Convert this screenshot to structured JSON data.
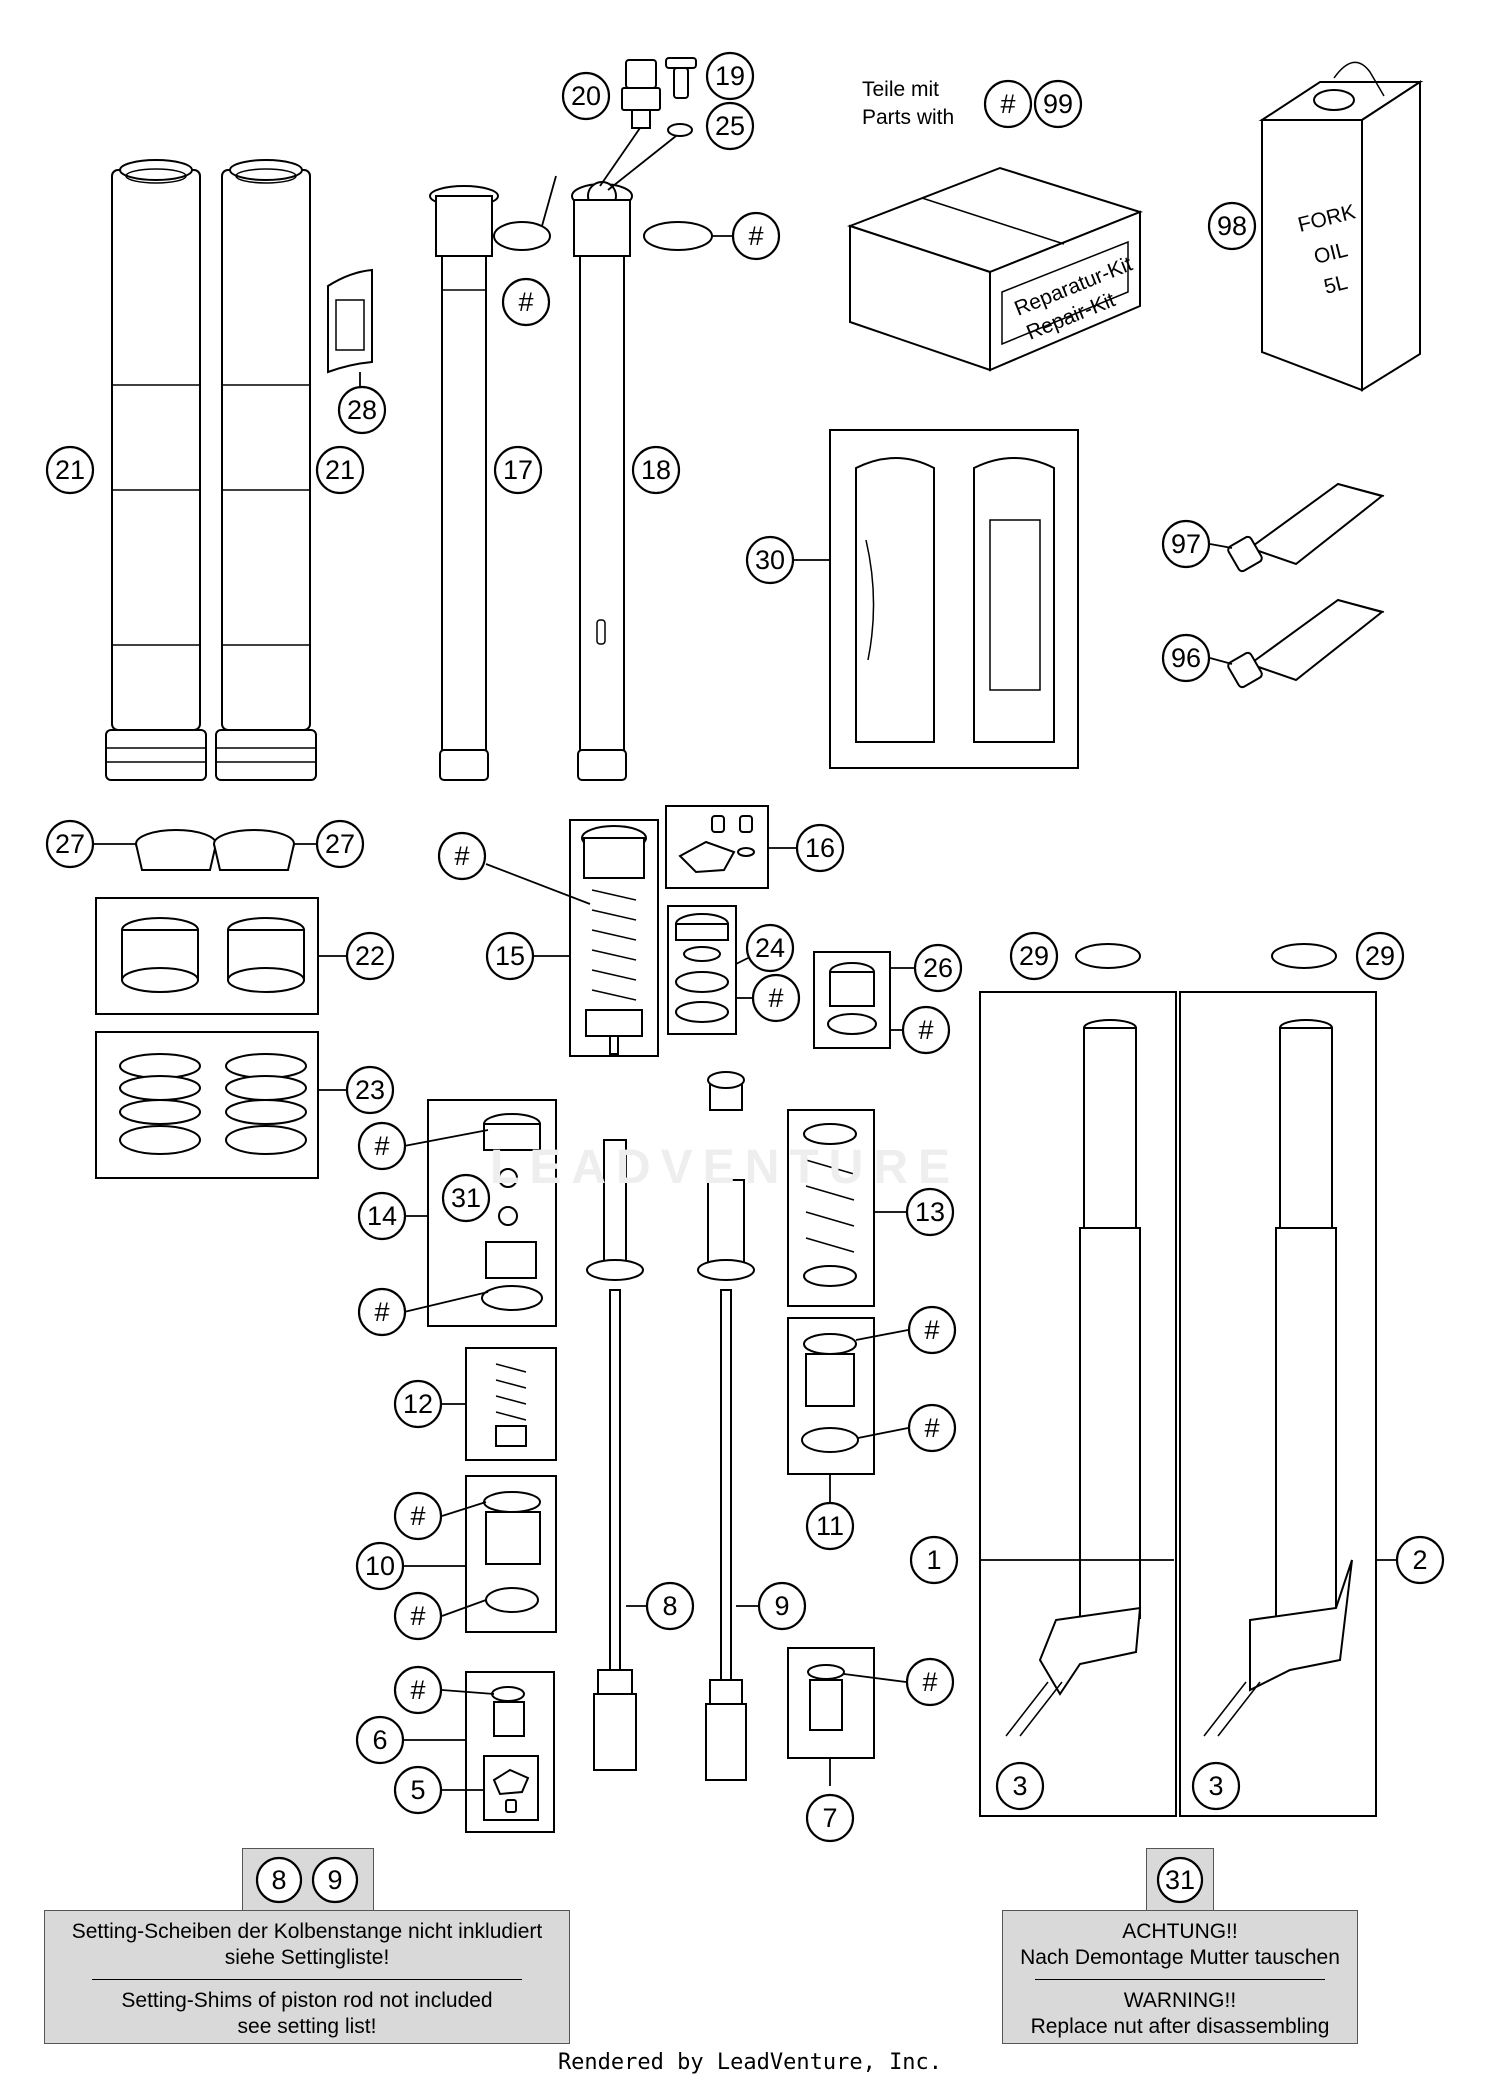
{
  "kit_legend": {
    "line1": "Teile mit",
    "line2": "Parts with",
    "hash": "#",
    "number": "99"
  },
  "oil_can": {
    "text1": "FORK",
    "text2": "OIL",
    "text3": "5L"
  },
  "repair_kit": {
    "text1": "Reparatur-Kit",
    "text2": "Repair-Kit"
  },
  "callouts": {
    "c1": "1",
    "c2": "2",
    "c3a": "3",
    "c3b": "3",
    "c5": "5",
    "c6": "6",
    "c7": "7",
    "c8": "8",
    "c9": "9",
    "c10": "10",
    "c11": "11",
    "c12": "12",
    "c13": "13",
    "c14": "14",
    "c15": "15",
    "c16": "16",
    "c17": "17",
    "c18": "18",
    "c19": "19",
    "c20": "20",
    "c21a": "21",
    "c21b": "21",
    "c22": "22",
    "c23": "23",
    "c24": "24",
    "c25": "25",
    "c26": "26",
    "c27a": "27",
    "c27b": "27",
    "c28": "28",
    "c29a": "29",
    "c29b": "29",
    "c30": "30",
    "c31": "31",
    "c96": "96",
    "c97": "97",
    "c98": "98",
    "hash": "#"
  },
  "note_left": {
    "tags": [
      "8",
      "9"
    ],
    "de": "Setting-Scheiben der Kolbenstange nicht inkludiert siehe Settingliste!",
    "de_line1": "Setting-Scheiben der Kolbenstange nicht inkludiert",
    "de_line2": "siehe Settingliste!",
    "en_line1": "Setting-Shims of piston rod not included",
    "en_line2": "see setting list!"
  },
  "note_right": {
    "tags": [
      "31"
    ],
    "de_line1": "ACHTUNG!!",
    "de_line2": "Nach Demontage Mutter tauschen",
    "en_line1": "WARNING!!",
    "en_line2": "Replace nut after disassembling"
  },
  "watermark": "LEADVENTURE",
  "footer": "Rendered by LeadVenture, Inc."
}
